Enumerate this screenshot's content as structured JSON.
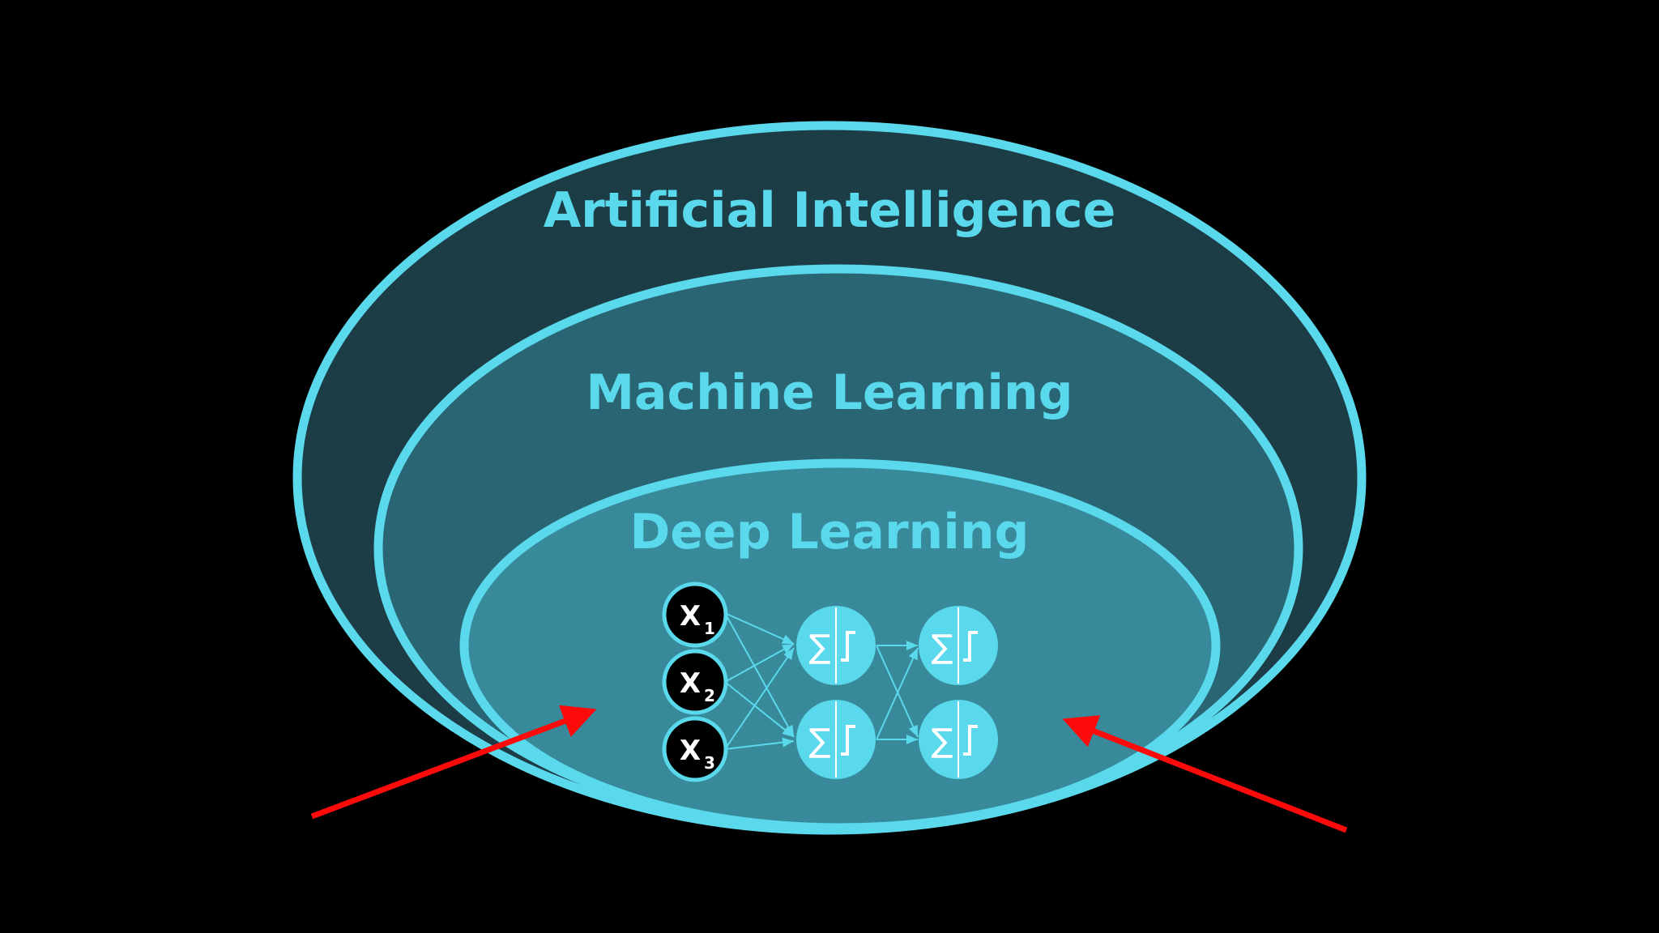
{
  "diagram": {
    "outer_label": "Artificial Intelligence",
    "middle_label": "Machine Learning",
    "inner_label": "Deep Learning",
    "inputs": [
      {
        "base": "X",
        "sub": "1"
      },
      {
        "base": "X",
        "sub": "2"
      },
      {
        "base": "X",
        "sub": "3"
      }
    ],
    "neuron_symbol": "∑",
    "colors": {
      "background": "#000000",
      "ring_stroke": "#5ad8ec",
      "outer_fill": "#1c3c46",
      "middle_fill": "#2a6574",
      "inner_fill": "#388a9b",
      "neuron_fill": "#5ad8ec",
      "input_fill": "#000000",
      "arrow": "#ff0a0a"
    },
    "arrows": [
      {
        "name": "arrow-left",
        "direction": "pointing up-right into Deep Learning"
      },
      {
        "name": "arrow-right",
        "direction": "pointing up-left into Deep Learning"
      }
    ]
  }
}
